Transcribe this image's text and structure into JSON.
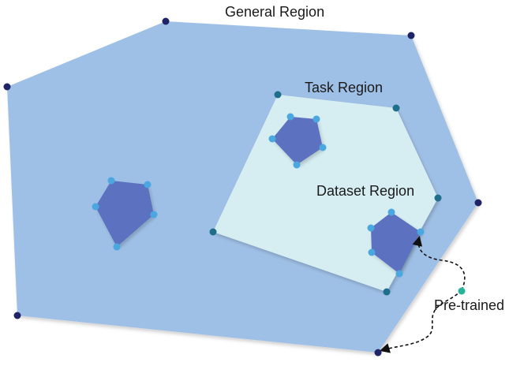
{
  "labels": {
    "general": "General Region",
    "task": "Task Region",
    "dataset": "Dataset Region",
    "pretrained": "Pre-trained"
  },
  "colors": {
    "general_fill": "#9fc0e6",
    "task_fill": "#d6eef2",
    "dataset_fill": "#5b72c0",
    "general_vertex": "#1f2466",
    "task_vertex": "#1f6e8c",
    "dataset_vertex": "#4aa7e0",
    "pretrained_point": "#26b39a",
    "arrow": "#111111"
  }
}
